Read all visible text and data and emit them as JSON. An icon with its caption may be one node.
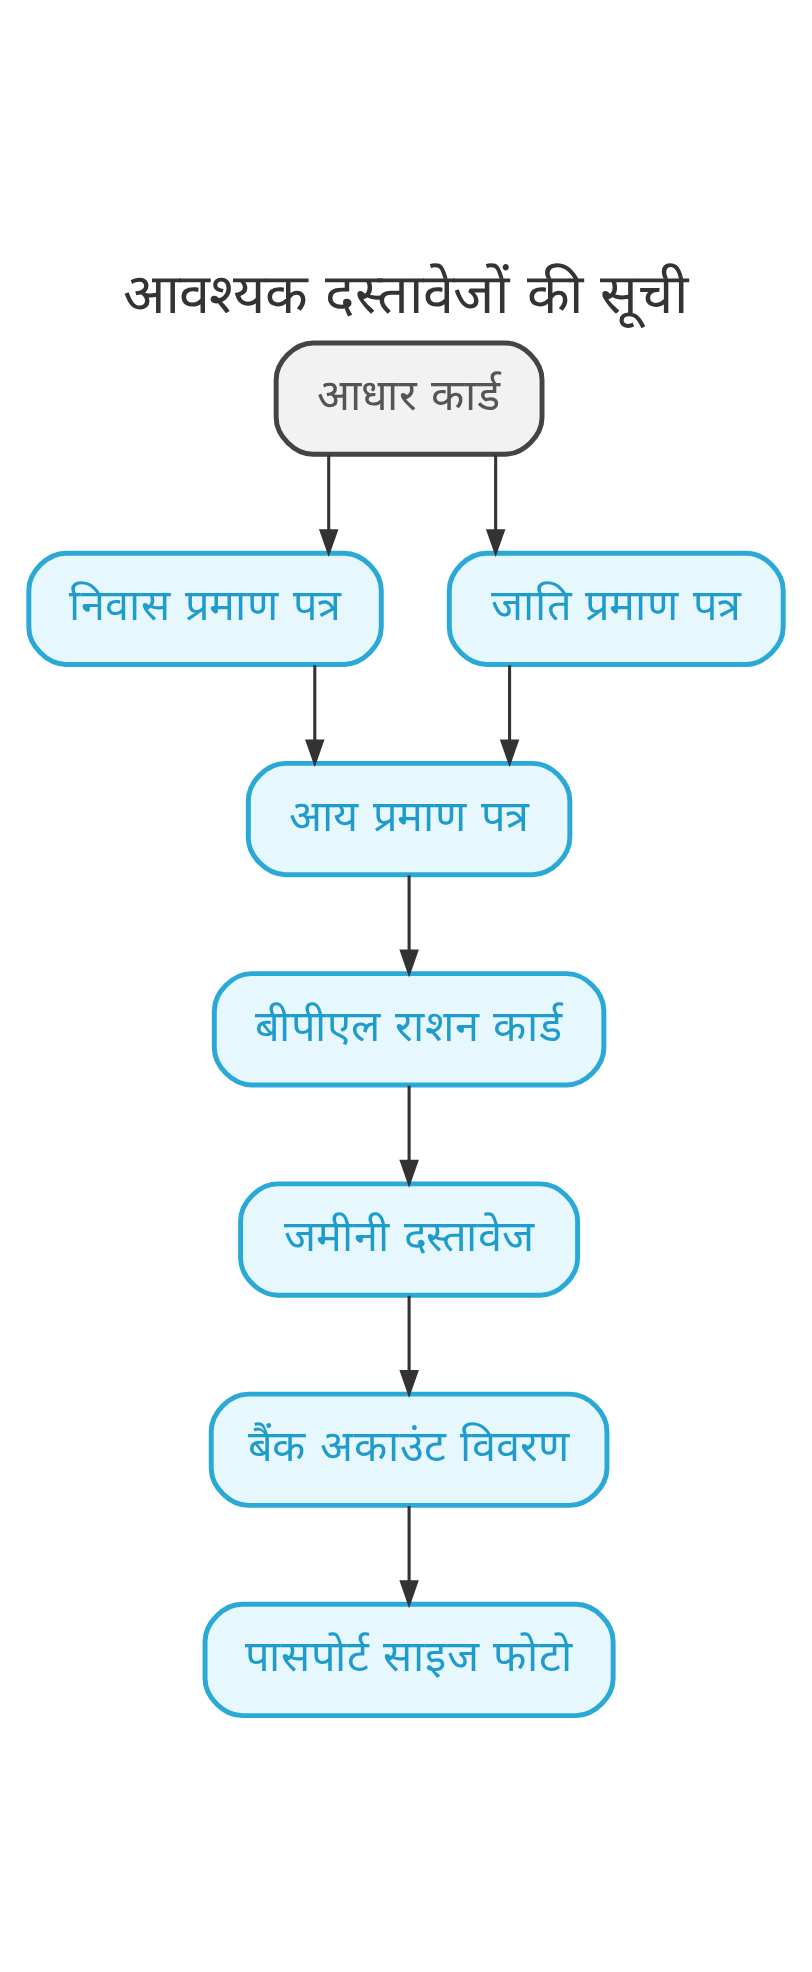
{
  "diagram": {
    "title": "आवश्यक दस्तावेजों की सूची",
    "nodes": [
      {
        "text": [
          "आधार कार्ड"
        ]
      },
      {
        "text": [
          "निवास प्रमाण पत्र"
        ]
      },
      {
        "text": [
          "जाति प्रमाण पत्र"
        ]
      },
      {
        "text": [
          "आय प्रमाण पत्र"
        ]
      },
      {
        "text": [
          "बीपीएल राशन कार्ड"
        ]
      },
      {
        "text": [
          "जमीनी दस्तावेज"
        ]
      },
      {
        "text": [
          "बैंक अकाउंट विवरण"
        ]
      },
      {
        "text": [
          "पासपोर्ट साइज फोटो"
        ]
      }
    ],
    "edges": [
      {
        "from": 0,
        "to": 1,
        "arrow": "to"
      },
      {
        "from": 0,
        "to": 2,
        "arrow": "to"
      },
      {
        "from": 1,
        "to": 3,
        "arrow": "to"
      },
      {
        "from": 2,
        "to": 3,
        "arrow": "to"
      },
      {
        "from": 3,
        "to": 4,
        "arrow": "to"
      },
      {
        "from": 4,
        "to": 5,
        "arrow": "to"
      },
      {
        "from": 5,
        "to": 6,
        "arrow": "to"
      },
      {
        "from": 6,
        "to": 7,
        "arrow": "to"
      }
    ]
  }
}
